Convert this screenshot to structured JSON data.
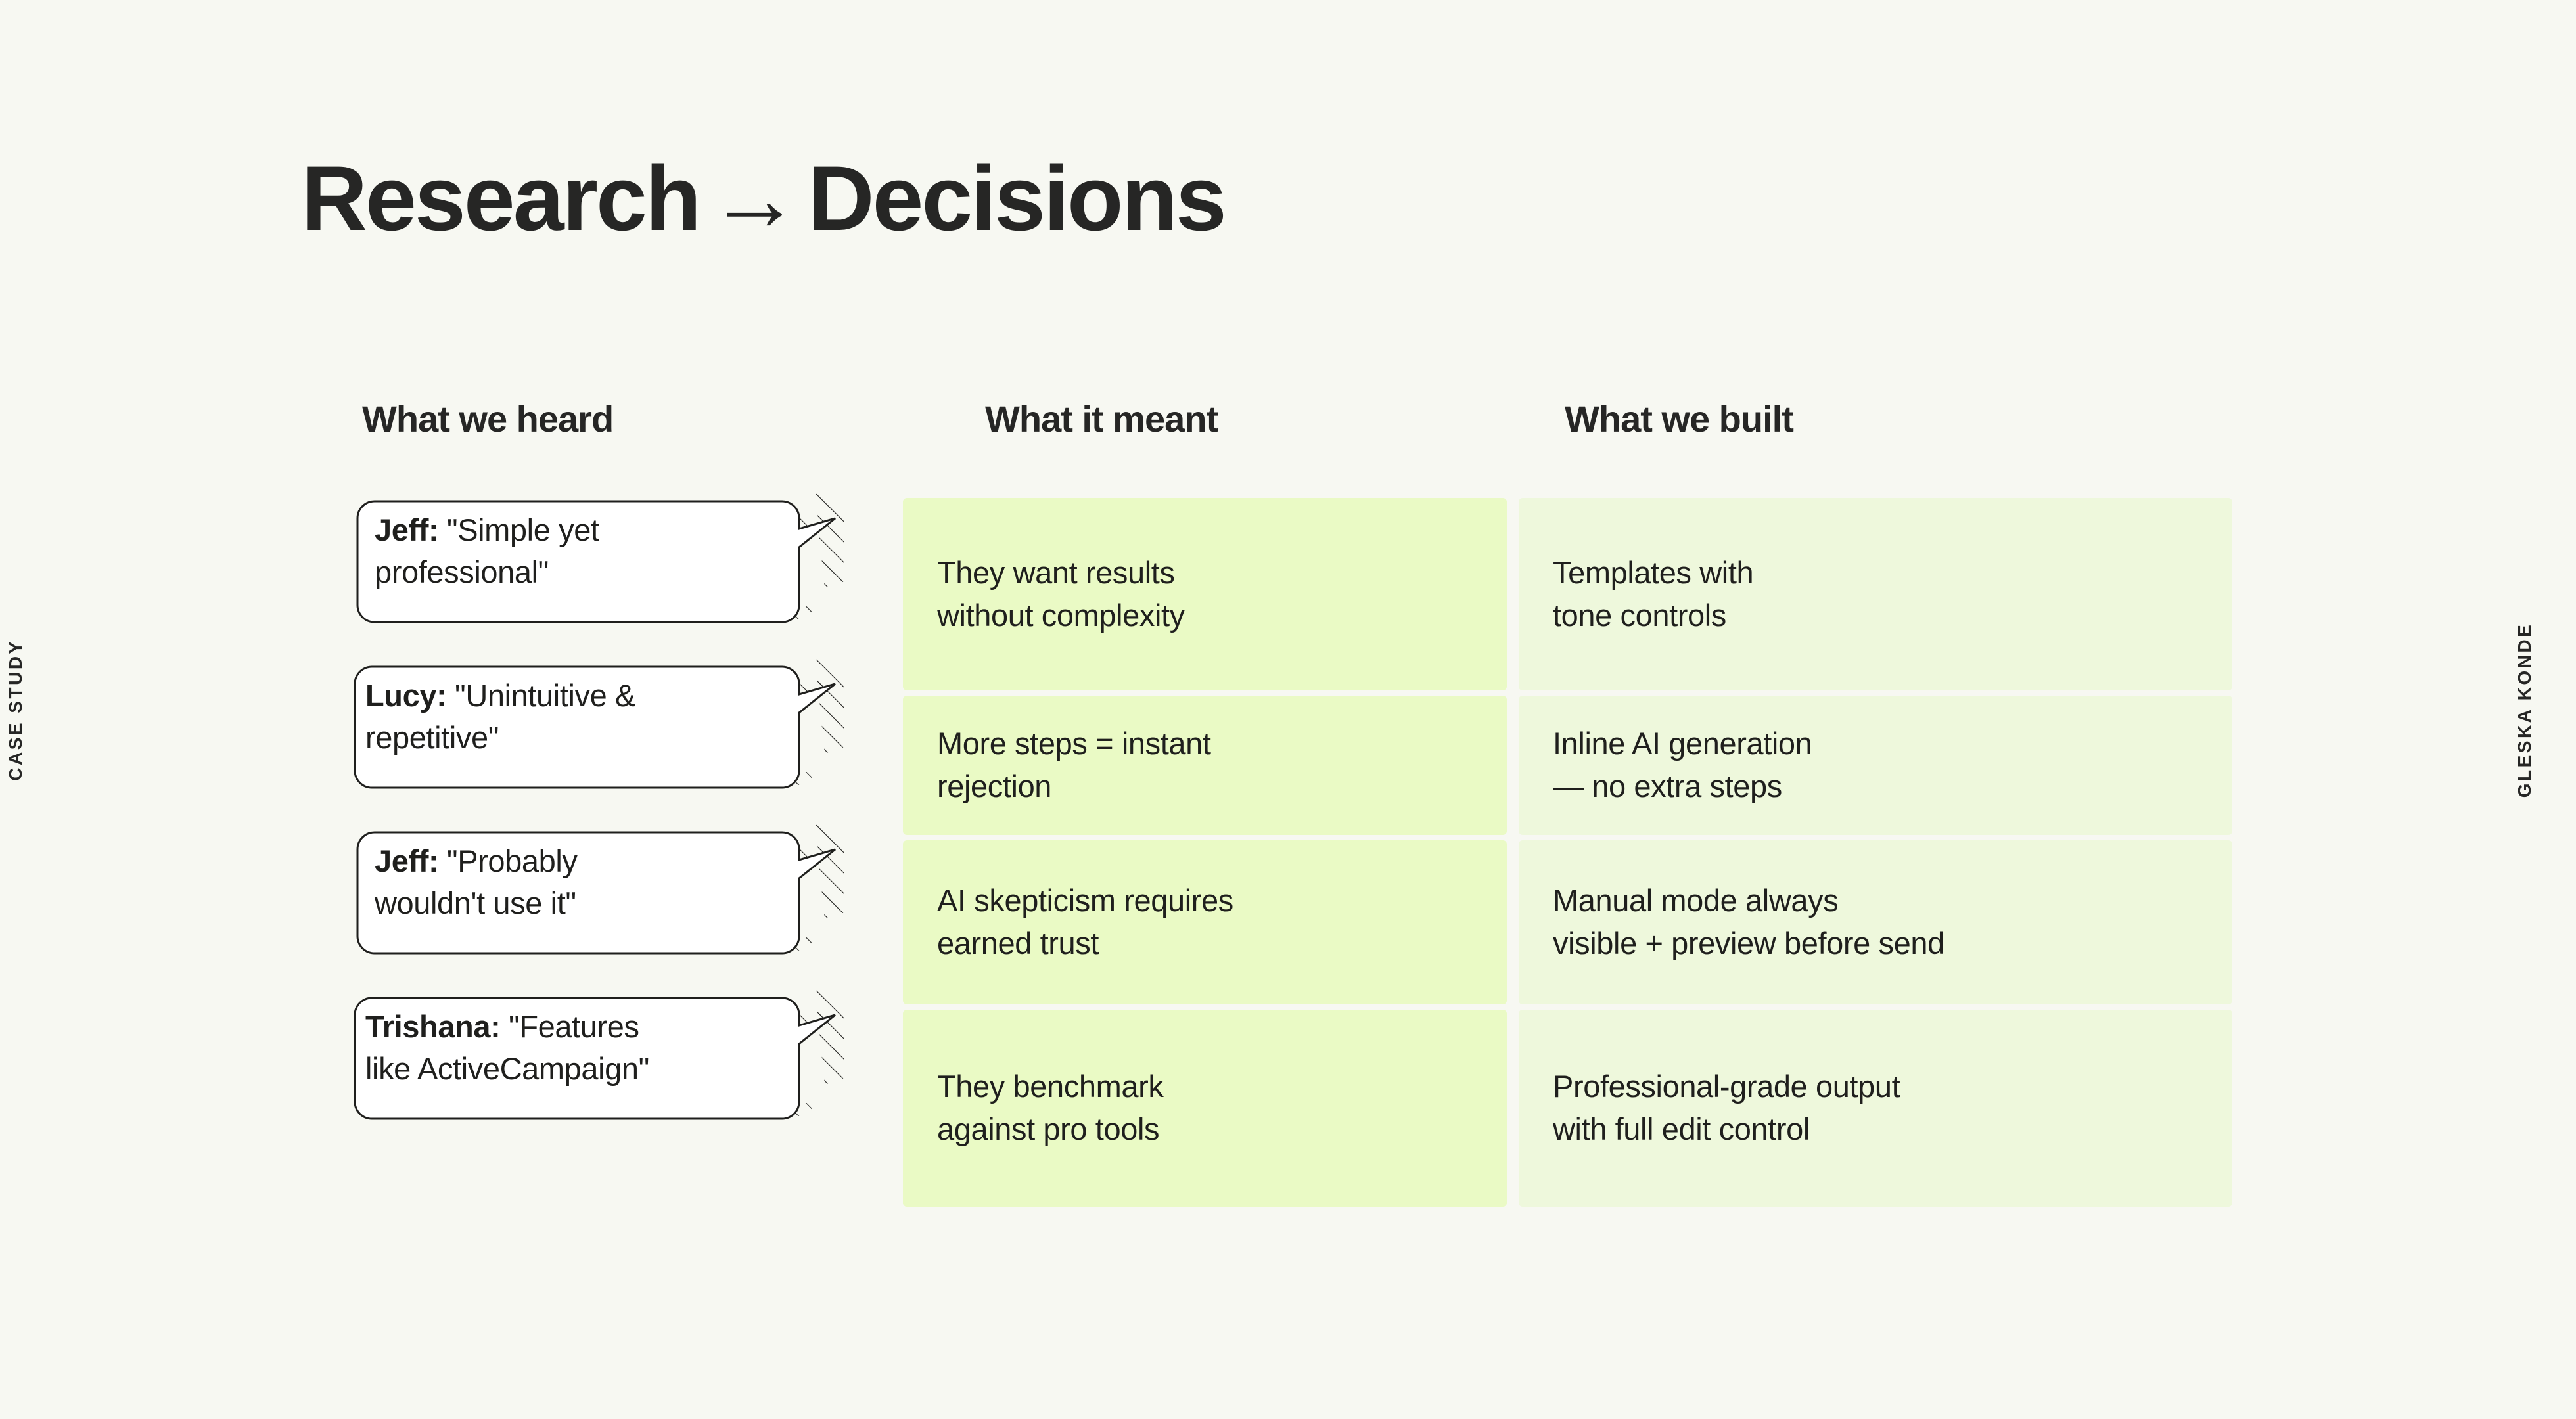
{
  "meta": {
    "left_label": "CASE STUDY",
    "right_label": "GLESKA KONDE",
    "bg_color": "#f7f8f2",
    "text_color": "#1f1f1d",
    "col2_color": "#eafac5",
    "col3_color": "#eef8dc"
  },
  "title": {
    "part1": "Research",
    "arrow": "→",
    "part2": "Decisions"
  },
  "headers": {
    "col1": "What we heard",
    "col2": "What it meant",
    "col3": "What we built"
  },
  "rows": [
    {
      "speaker": "Jeff:",
      "quote": "\"Simple yet professional\"",
      "quote_line1": "\"Simple yet",
      "quote_line2": "professional\"",
      "meant_line1": "They want results",
      "meant_line2": "without complexity",
      "built_line1": "Templates with",
      "built_line2": "tone controls"
    },
    {
      "speaker": "Lucy:",
      "quote": "\"Unintuitive & repetitive\"",
      "quote_line1": "\"Unintuitive &",
      "quote_line2": "repetitive\"",
      "meant_line1": "More steps = instant",
      "meant_line2": "rejection",
      "built_line1": "Inline AI generation",
      "built_line2": "— no extra steps"
    },
    {
      "speaker": "Jeff:",
      "quote": "\"Probably wouldn't use it\"",
      "quote_line1": "\"Probably",
      "quote_line2": "wouldn't use it\"",
      "meant_line1": "AI skepticism requires",
      "meant_line2": "earned trust",
      "built_line1": "Manual mode always",
      "built_line2": "visible + preview before send"
    },
    {
      "speaker": "Trishana:",
      "quote": "\"Features like ActiveCampaign\"",
      "quote_line1": "\"Features",
      "quote_line2": "like ActiveCampaign\"",
      "meant_line1": "They benchmark",
      "meant_line2": "against pro tools",
      "built_line1": "Professional-grade output",
      "built_line2": "with full edit control"
    }
  ]
}
